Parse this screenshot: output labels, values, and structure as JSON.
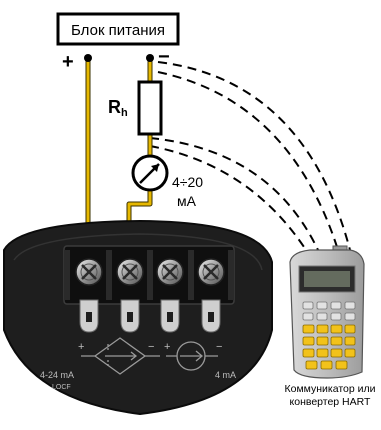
{
  "power_supply": {
    "label": "Блок питания"
  },
  "terminals": {
    "plus": "+",
    "minus": "−"
  },
  "resistor": {
    "label": "R",
    "subscript": "h"
  },
  "meter": {
    "range_line1": "4÷20",
    "range_line2": "мА"
  },
  "device": {
    "left_label_line1": "4-24 mA",
    "left_label_line2": "LOCF",
    "right_label": "4 mA",
    "plus_marks": [
      "+",
      "+"
    ],
    "minus_marks": [
      "−",
      "−"
    ]
  },
  "communicator": {
    "caption_line1": "Коммуникатор или",
    "caption_line2": "конвертер HART"
  },
  "colors": {
    "wire": "#e6b800",
    "wire_outline": "#3a3000",
    "housing": "#1e1e1e",
    "terminal_block": "#111111",
    "metal": "#c8c8c8",
    "keypad_yellow": "#f2c21a"
  },
  "icons": [
    "ammeter-icon",
    "resistor-icon",
    "hart-communicator-icon",
    "current-source-icon"
  ]
}
